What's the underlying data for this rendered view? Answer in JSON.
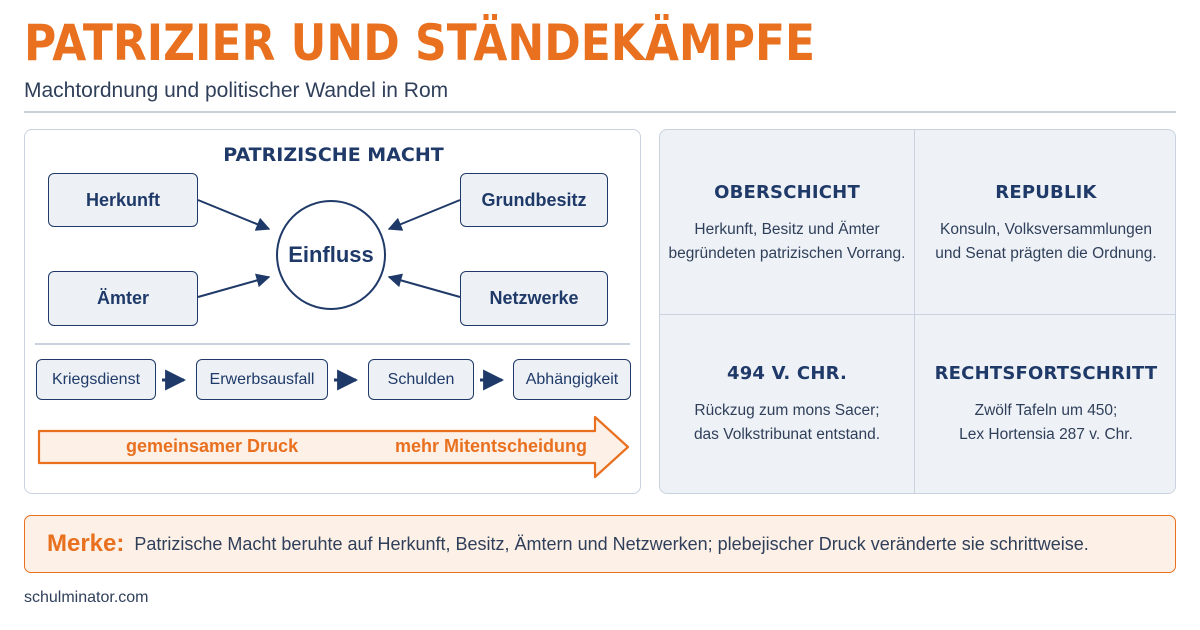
{
  "header": {
    "title": "PATRIZIER UND STÄNDEKÄMPFE",
    "subtitle": "Machtordnung und politischer Wandel in Rom"
  },
  "left_panel": {
    "title": "PATRIZISCHE MACHT",
    "center": "Einfluss",
    "nodes": [
      "Herkunft",
      "Grundbesitz",
      "Ämter",
      "Netzwerke"
    ],
    "chain": [
      "Kriegsdienst",
      "Erwerbsausfall",
      "Schulden",
      "Abhängigkeit"
    ],
    "arrow_left_label": "gemeinsamer Druck",
    "arrow_right_label": "mehr Mitentscheidung"
  },
  "right_panel": {
    "cells": [
      {
        "title": "OBERSCHICHT",
        "line1": "Herkunft, Besitz und Ämter",
        "line2": "begründeten patrizischen Vorrang."
      },
      {
        "title": "REPUBLIK",
        "line1": "Konsuln, Volksversammlungen",
        "line2": "und Senat prägten die Ordnung."
      },
      {
        "title": "494 V. CHR.",
        "line1": "Rückzug zum mons Sacer;",
        "line2": "das Volkstribunat entstand."
      },
      {
        "title": "RECHTSFORTSCHRITT",
        "line1": "Zwölf Tafeln um 450;",
        "line2": "Lex Hortensia 287 v. Chr."
      }
    ]
  },
  "note": {
    "label": "Merke:",
    "text": "Patrizische Macht beruhte auf Herkunft, Besitz, Ämtern und Netzwerken; plebejischer Druck veränderte sie schrittweise."
  },
  "footer": {
    "site": "schulminator.com"
  },
  "colors": {
    "accent": "#e8701f",
    "navy": "#1f3a68",
    "node_fill": "#edf1f6",
    "panel_fill": "#eef2f6",
    "note_fill": "#fdf0e6"
  }
}
